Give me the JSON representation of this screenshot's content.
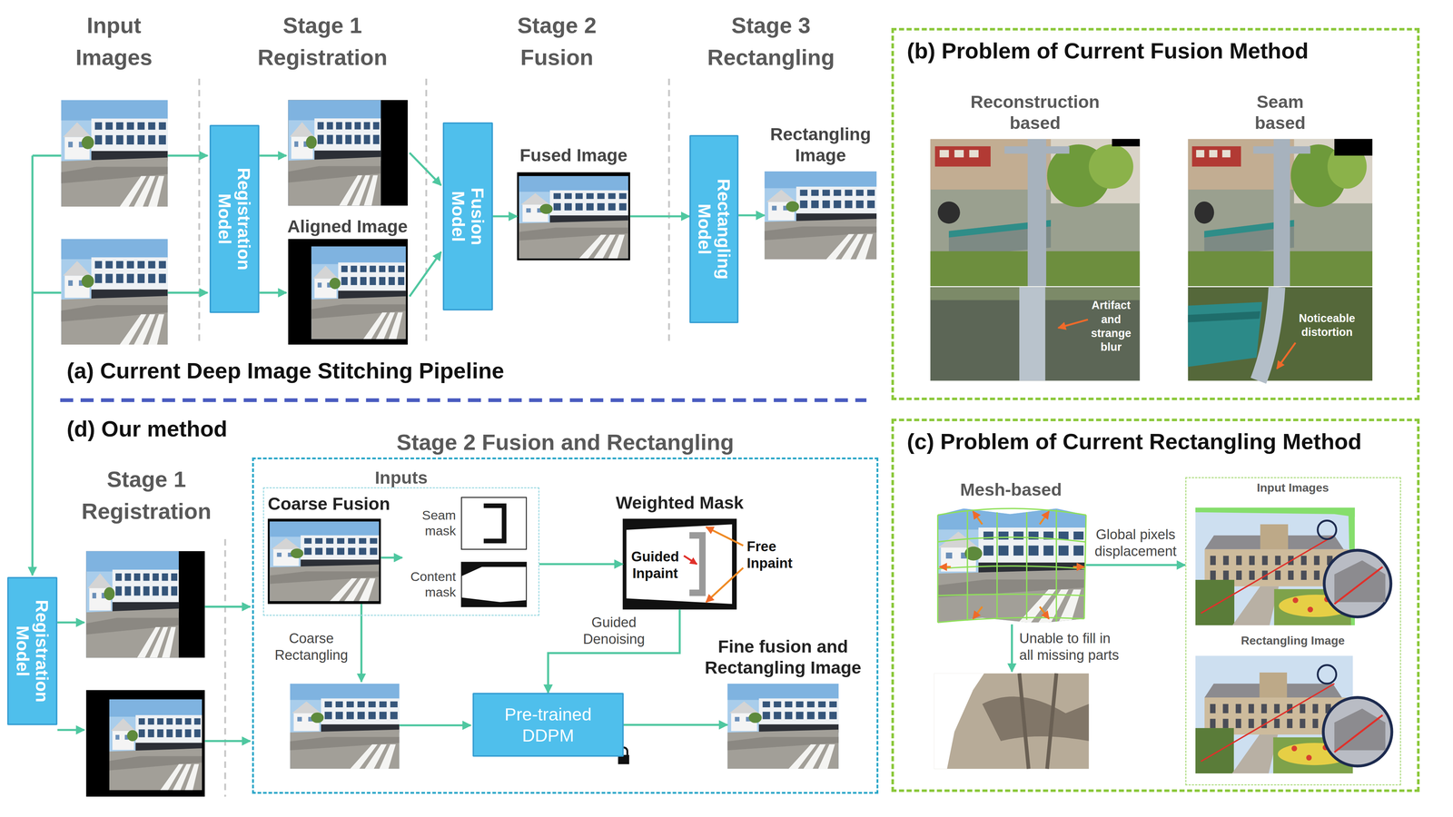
{
  "diagram": {
    "nodes": [
      {
        "text": [
          "Registration Model"
        ]
      },
      {
        "text": [
          "Fusion Model"
        ]
      },
      {
        "text": [
          "Fused Image"
        ]
      },
      {
        "text": [
          "Rectangling Model"
        ]
      },
      {
        "text": [
          "Rectangling Image"
        ]
      },
      {
        "text": [
          "(b) Problem of Current Fusion Method"
        ]
      },
      {
        "text": [
          "Reconstruction based",
          "Artifact and strange blur"
        ],
        "in": 5
      },
      {
        "text": [
          "Seam based",
          "Noticeable distortion"
        ],
        "in": 5
      },
      {
        "text": [
          "(c) Problem of Current Rectangling Method"
        ]
      },
      {
        "text": [
          "Mesh-based"
        ],
        "in": 8
      },
      {
        "text": [
          "Input Images",
          "Rectangling Image"
        ],
        "in": 8
      },
      {
        "text": [
          "Registration Model"
        ]
      },
      {
        "text": [
          "Stage 2 Fusion and Rectangling"
        ]
      },
      {
        "text": [
          "Inputs"
        ],
        "in": 12
      },
      {
        "text": [
          "Coarse Fusion"
        ],
        "in": 13
      },
      {
        "text": [
          "Seam mask"
        ],
        "in": 13
      },
      {
        "text": [
          "Content mask"
        ],
        "in": 13
      },
      {
        "text": [
          "Weighted Mask",
          "Guided Inpaint"
        ],
        "in": 12
      },
      {
        "text": [
          "Pre-trained DDPM"
        ],
        "in": 12
      },
      {
        "text": [
          "Fine fusion and Rectangling Image"
        ],
        "in": 12
      }
    ],
    "edges": [
      {
        "from": 1,
        "to": 2,
        "arrow": "to"
      },
      {
        "from": 2,
        "to": 3,
        "arrow": "to"
      },
      {
        "from": 3,
        "to": 4,
        "arrow": "to"
      },
      {
        "from": 9,
        "to": 10,
        "label": "Global pixels displacement",
        "arrow": "to"
      },
      {
        "from": 13,
        "to": 17,
        "arrow": "to"
      },
      {
        "from": 17,
        "to": 18,
        "label": "Guided Denoising",
        "arrow": "to"
      },
      {
        "from": 18,
        "to": 19,
        "arrow": "to"
      }
    ],
    "labels": [
      "Input Images",
      "Stage 1 Registration",
      "Stage 2 Fusion",
      "Stage 3 Rectangling",
      "Aligned Image",
      "(a) Current Deep Image Stitching Pipeline",
      "Unable to fill in all missing parts",
      "(d) Our method",
      "Stage 1 Registration",
      "Coarse Rectangling",
      "Free Inpaint"
    ]
  }
}
